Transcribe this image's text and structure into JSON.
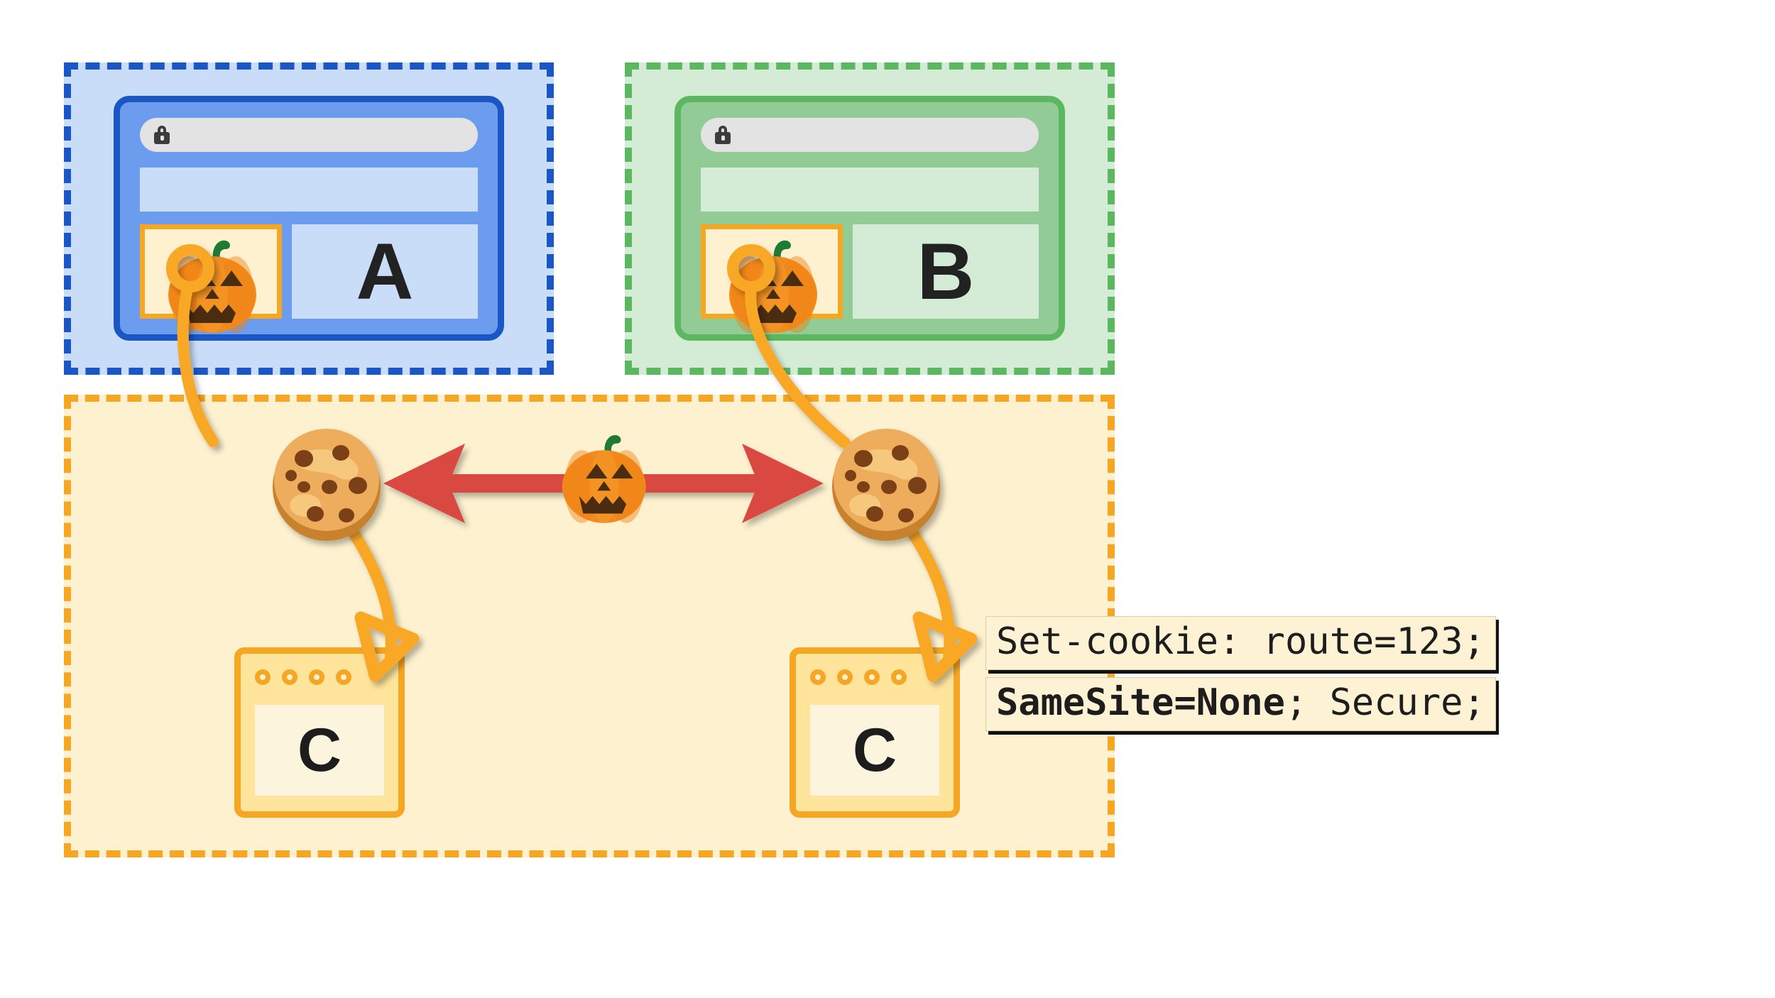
{
  "diagram": {
    "title": "SameSite=None cross-site cookie diagram",
    "type": "cookie-flow-diagram"
  },
  "colors": {
    "site_a_border": "#1a56c4",
    "site_a_fill": "#c9dcf8",
    "site_b_border": "#5cb860",
    "site_b_fill": "#d4ecd5",
    "site_c_border": "#f5a623",
    "site_c_fill": "#fdf1cf",
    "arrow_red": "#d94a42",
    "cookie_link": "#f9a825",
    "pumpkin_orange": "#f28b1e",
    "pumpkin_stem_green": "#1f7a33"
  },
  "contexts": [
    {
      "id": "a",
      "label": "A",
      "border_style": "dashed",
      "color": "#1a56c4"
    },
    {
      "id": "b",
      "label": "B",
      "border_style": "dashed",
      "color": "#5cb860"
    },
    {
      "id": "c",
      "label": "C",
      "border_style": "dashed",
      "color": "#f5a623"
    }
  ],
  "browser_a": {
    "letter": "A",
    "lock_icon": "lock-icon",
    "url_value": "",
    "embed_icon": "pumpkin-icon"
  },
  "browser_b": {
    "letter": "B",
    "lock_icon": "lock-icon",
    "url_value": "",
    "embed_icon": "pumpkin-icon"
  },
  "third_party": {
    "server_left_letter": "C",
    "server_right_letter": "C",
    "cookie_icon": "cookie-icon",
    "center_icon": "pumpkin-icon",
    "relation_arrow": "double-headed-arrow"
  },
  "code_callout": {
    "line1": "Set-cookie: route=123;",
    "line2_bold": "SameSite=None",
    "line2_rest": "; Secure;"
  }
}
